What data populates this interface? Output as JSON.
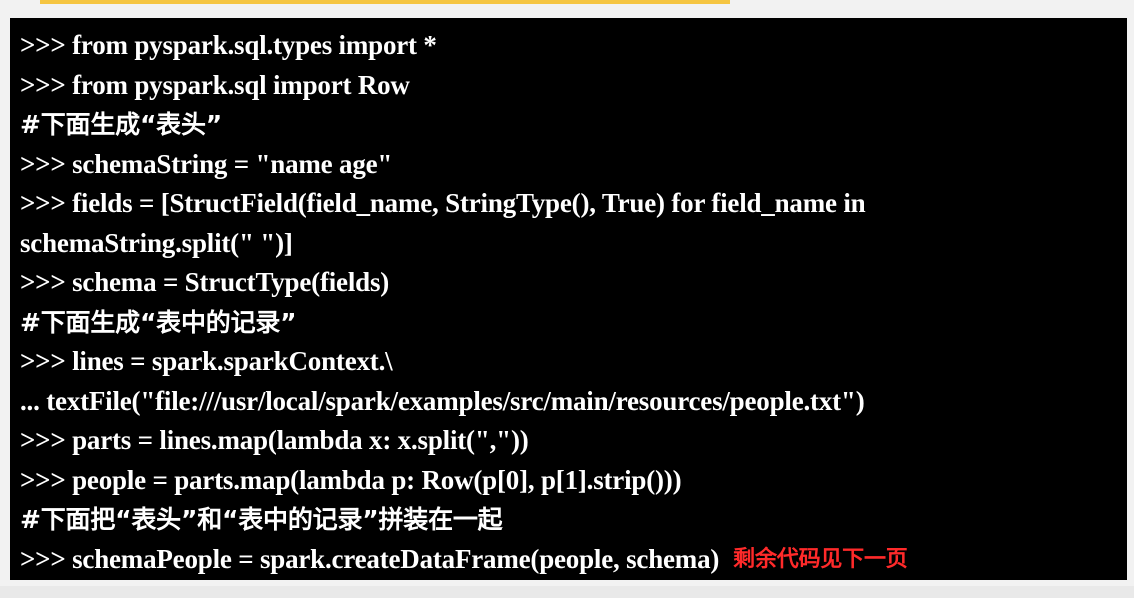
{
  "code": {
    "lines": [
      ">>> from pyspark.sql.types import *",
      ">>> from pyspark.sql import Row",
      "#下面生成“表头”",
      ">>> schemaString = \"name age\"",
      ">>> fields = [StructField(field_name, StringType(), True) for field_name in",
      "schemaString.split(\" \")]",
      ">>> schema = StructType(fields)",
      "#下面生成“表中的记录”",
      ">>> lines = spark.sparkContext.\\",
      "... textFile(\"file:///usr/local/spark/examples/src/main/resources/people.txt\")",
      ">>> parts = lines.map(lambda x: x.split(\",\"))",
      ">>> people = parts.map(lambda p: Row(p[0], p[1].strip()))",
      "#下面把“表头”和“表中的记录”拼装在一起",
      ">>> schemaPeople = spark.createDataFrame(people, schema)"
    ],
    "note": "剩余代码见下一页"
  },
  "colors": {
    "panel_background": "#000000",
    "code_text": "#ffffff",
    "note_text": "#ff2a2a",
    "top_accent": "#f5c542"
  }
}
